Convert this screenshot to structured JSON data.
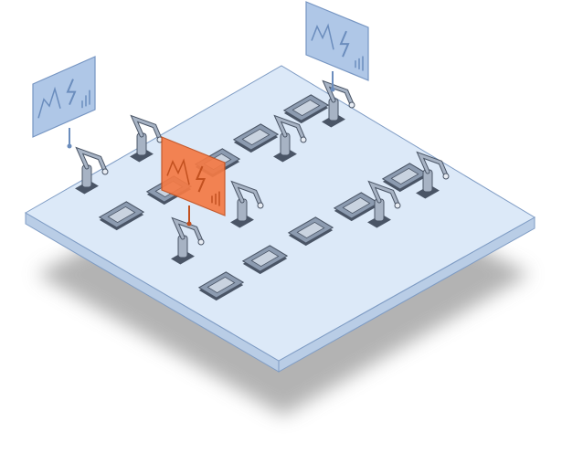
{
  "scene": {
    "type": "isometric factory floor illustration",
    "colors": {
      "platform_top": "#dce9f8",
      "platform_edge": "#b9cde6",
      "platform_stroke": "#7f9cc4",
      "shadow": "#9a9a9a",
      "panel": "#a9c3e6",
      "panel_stroke": "#6b8dbd",
      "alert_panel": "#f47a45",
      "alert_stroke": "#c2501f",
      "machine": "#8c9bb0",
      "machine_dark": "#4a5566",
      "robot": "#a7b3c4"
    },
    "panels": [
      {
        "icon": "lightning-bolt-chart-icon",
        "state": "normal"
      },
      {
        "icon": "area-chart-icon",
        "state": "normal"
      },
      {
        "icon": "warning-triangle-chart-icon",
        "state": "alert"
      }
    ]
  }
}
